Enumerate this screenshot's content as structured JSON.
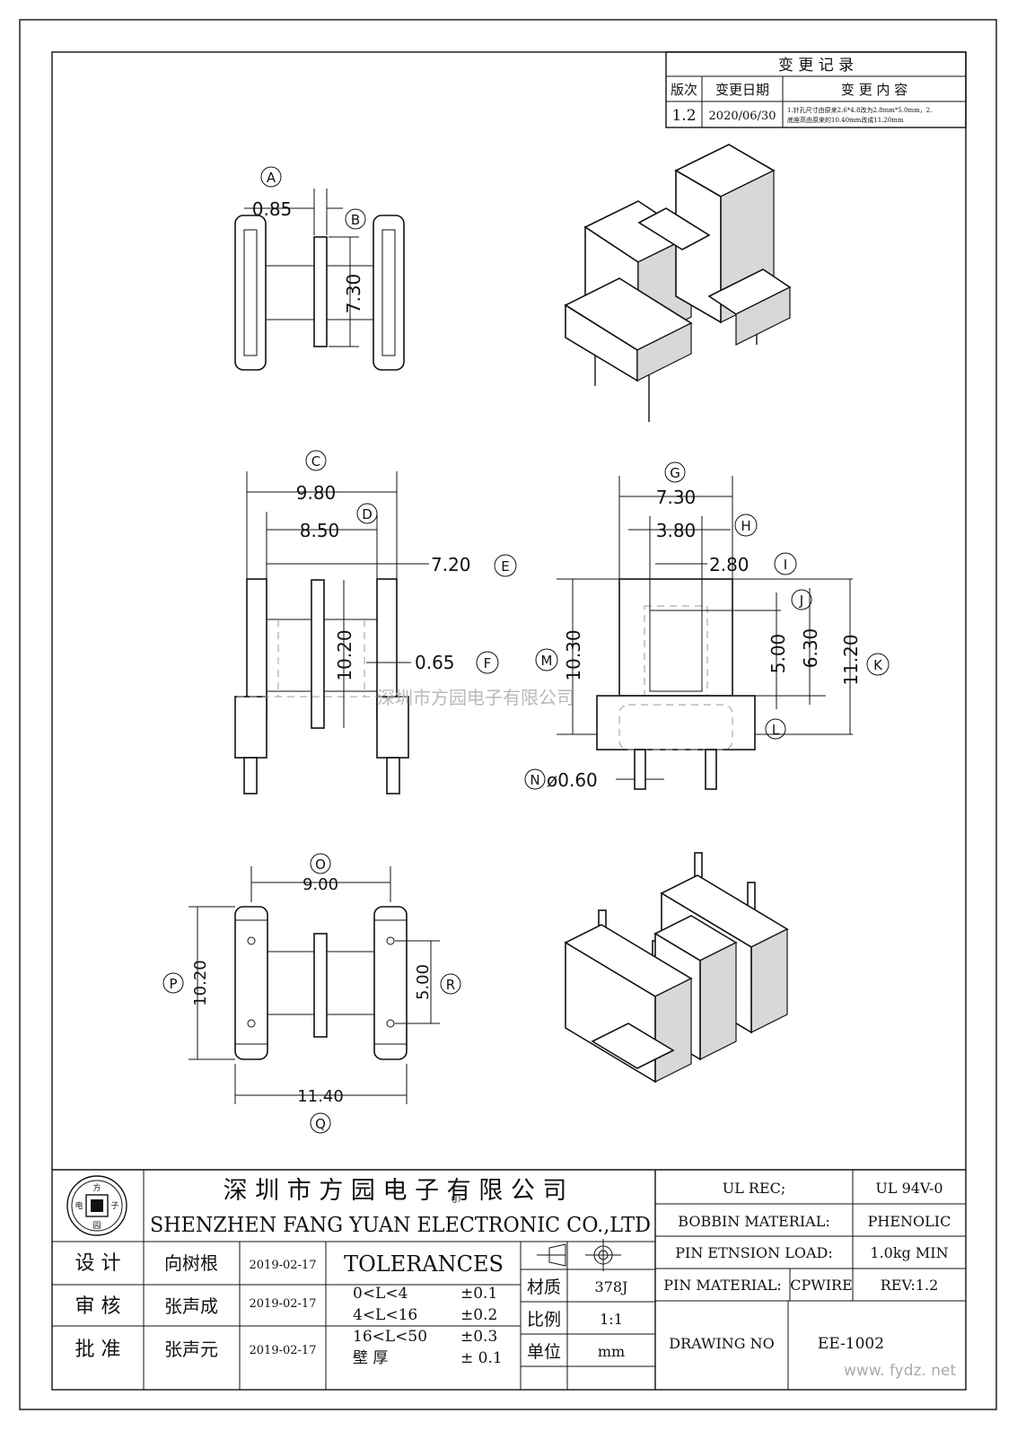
{
  "change_record": {
    "title": "变 更 记 录",
    "headers": [
      "版次",
      "变更日期",
      "变 更 内 容"
    ],
    "row": {
      "version": "1.2",
      "date": "2020/06/30",
      "content_line1": "1.针孔尺寸由原来2.6*4.8改为2.8mm*5.0mm，2.",
      "content_line2": "底座高由原来的10.40mm改成11.20mm"
    }
  },
  "views": {
    "top": {
      "label_a": "A",
      "dim_a": "0.85",
      "label_b": "B",
      "dim_b": "7.30"
    },
    "front": {
      "label_c": "C",
      "dim_c": "9.80",
      "label_d": "D",
      "dim_d": "8.50",
      "label_e": "E",
      "dim_e": "7.20",
      "label_f": "F",
      "dim_f": "0.65",
      "dim_h": "10.20"
    },
    "side": {
      "label_g": "G",
      "dim_g": "7.30",
      "label_h": "H",
      "dim_h": "3.80",
      "label_i": "I",
      "dim_i": "2.80",
      "label_j": "J",
      "label_k": "K",
      "dim_k": "11.20",
      "label_l": "L",
      "label_m": "M",
      "dim_m": "10.30",
      "dim_5": "5.00",
      "dim_63": "6.30",
      "label_n": "N",
      "dim_n": "ø0.60"
    },
    "bottom": {
      "label_o": "O",
      "dim_o": "9.00",
      "label_p": "P",
      "dim_p": "10.20",
      "label_q": "Q",
      "dim_q": "11.40",
      "label_r": "R",
      "dim_r": "5.00"
    }
  },
  "watermark": "深圳市方园电子有限公司",
  "title_block": {
    "company_cn": "深 圳 市 方 园 电 子 有 限 公 司",
    "company_mark": "(J)",
    "company_en": "SHENZHEN FANG YUAN ELECTRONIC CO.,LTD",
    "logo_chars": [
      "方",
      "园",
      "电",
      "子"
    ],
    "rows": [
      {
        "role": "设 计",
        "name": "向树根",
        "date": "2019-02-17"
      },
      {
        "role": "审 核",
        "name": "张声成",
        "date": "2019-02-17"
      },
      {
        "role": "批 准",
        "name": "张声元",
        "date": "2019-02-17"
      }
    ],
    "tolerances_title": "TOLERANCES",
    "tolerances": [
      {
        "range": "0<L<4",
        "value": "±0.1"
      },
      {
        "range": "4<L<16",
        "value": "±0.2"
      },
      {
        "range": "16<L<50",
        "value": "±0.3"
      },
      {
        "range": "壁 厚",
        "value": "± 0.1"
      }
    ],
    "material_label": "材质",
    "material_value": "378J",
    "scale_label": "比例",
    "scale_value": "1:1",
    "unit_label": "单位",
    "unit_value": "mm",
    "ul_rec_label": "UL REC;",
    "ul_rec_value": "UL 94V-0",
    "bobbin_label": "BOBBIN MATERIAL:",
    "bobbin_value": "PHENOLIC",
    "pin_load_label": "PIN ETNSION LOAD:",
    "pin_load_value": "1.0kg MIN",
    "pin_material_label": "PIN MATERIAL:",
    "pin_material_value": "CPWIRE",
    "rev": "REV:1.2",
    "drawing_no_label": "DRAWING NO",
    "drawing_no_value": "EE-1002"
  },
  "site_watermark": "www. fydz. net"
}
